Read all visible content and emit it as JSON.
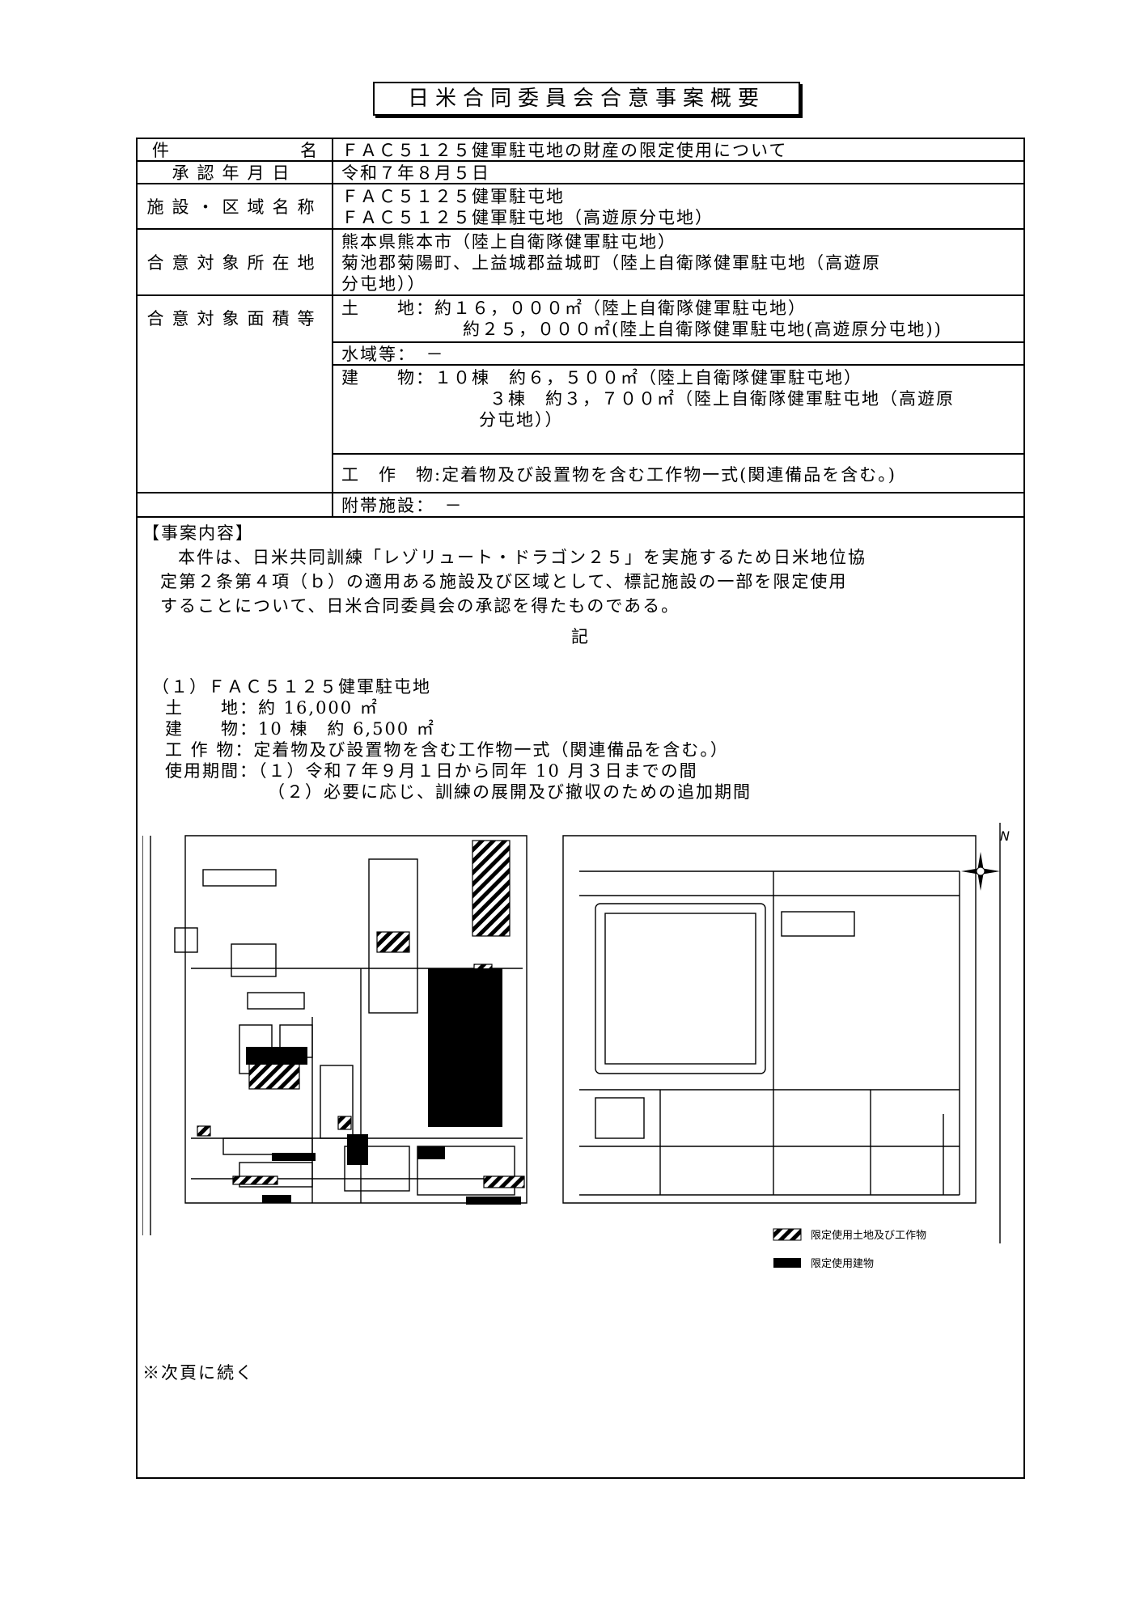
{
  "doc": {
    "title": "日米合同委員会合意事案概要",
    "rows": {
      "name": {
        "label_a": "件",
        "label_b": "名",
        "value": "ＦＡＣ５１２５健軍駐屯地の財産の限定使用について"
      },
      "date": {
        "label": "承認年月日",
        "value": "令和７年８月５日"
      },
      "facility": {
        "label": "施設・区域名称",
        "values": [
          "ＦＡＣ５１２５健軍駐屯地",
          "ＦＡＣ５１２５健軍駐屯地（高遊原分屯地）"
        ]
      },
      "location": {
        "label": "合意対象所在地",
        "values": [
          "熊本県熊本市（陸上自衛隊健軍駐屯地）",
          "菊池郡菊陽町、上益城郡益城町（陸上自衛隊健軍駐屯地（高遊原",
          "分屯地））"
        ]
      },
      "area": {
        "label": "合意対象面積等",
        "land": [
          "土　　地：約１６，０００㎡（陸上自衛隊健軍駐屯地）",
          "約２５，０００㎡(陸上自衛隊健軍駐屯地(高遊原分屯地))"
        ],
        "water": "水域等：　－",
        "building": [
          "建　　物：１０棟　約６，５００㎡（陸上自衛隊健軍駐屯地）",
          "３棟　約３，７００㎡（陸上自衛隊健軍駐屯地（高遊原",
          "分屯地））"
        ],
        "works": "工　作　物:定着物及び設置物を含む工作物一式(関連備品を含む。)",
        "facilities": "附帯施設：　－"
      }
    },
    "content": {
      "heading": "【事案内容】",
      "para": [
        "本件は、日米共同訓練「レゾリュート・ドラゴン２５」を実施するため日米地位協",
        "定第２条第４項（ｂ）の適用ある施設及び区域として、標記施設の一部を限定使用",
        "することについて、日米合同委員会の承認を得たものである。"
      ],
      "ki": "記",
      "item_title": "（１）ＦＡＣ５１２５健軍駐屯地",
      "item_lines": [
        "土　　地：約 16,000 ㎡",
        "建　　物：10 棟　約 6,500 ㎡",
        "工 作 物：定着物及び設置物を含む工作物一式（関連備品を含む。）",
        "使用期間：（１）令和７年９月１日から同年 10 月３日までの間",
        "（２）必要に応じ、訓練の展開及び撤収のための追加期間"
      ]
    },
    "map": {
      "north": "N",
      "legend_hatch": "限定使用土地及び工作物",
      "legend_solid": "限定使用建物"
    },
    "continued": "※次頁に続く"
  }
}
